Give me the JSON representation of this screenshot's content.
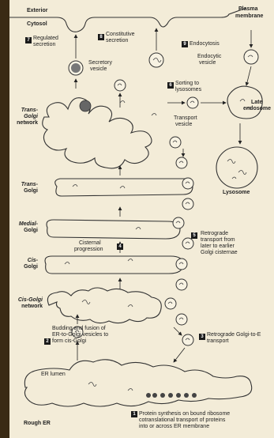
{
  "labels": {
    "exterior": "Exterior",
    "cytosol": "Cytosol",
    "plasma_membrane_1": "Plasma",
    "plasma_membrane_2": "membrane",
    "regulated_1": "Regulated",
    "regulated_2": "secretion",
    "constitutive_1": "Constitutive",
    "constitutive_2": "secretion",
    "endocytosis": "Endocytosis",
    "endocytic_1": "Endocytic",
    "endocytic_2": "vesicle",
    "secretory_1": "Secretory",
    "secretory_2": "vesicle",
    "sorting_1": "Sorting to",
    "sorting_2": "lysosomes",
    "transport_1": "Transport",
    "transport_2": "vesicle",
    "late_endo_1": "Late",
    "late_endo_2": "endosome",
    "tgn_1": "Trans-",
    "tgn_2": "Golgi",
    "tgn_3": "network",
    "trans_golgi_1": "Trans-",
    "trans_golgi_2": "Golgi",
    "medial_golgi_1": "Medial-",
    "medial_golgi_2": "Golgi",
    "cis_golgi_1": "Cis-",
    "cis_golgi_2": "Golgi",
    "cisternal_1": "Cisternal",
    "cisternal_2": "progression",
    "lysosome": "Lysosome",
    "retro_1": "Retrograde",
    "retro_2": "transport from",
    "retro_3": "later to earlier",
    "retro_4": "Golgi cisternae",
    "cgn_1": "Cis-Golgi",
    "cgn_2": "network",
    "budding_1": "Budding and fusion of",
    "budding_2": "ER-to-Golgi vesicles to",
    "budding_3": "form cis-Golgi",
    "retro_er_1": "Retrograde Golgi-to-E",
    "retro_er_2": "transport",
    "er_lumen": "ER lumen",
    "rough_er": "Rough ER",
    "synth_1": "Protein synthesis on bound ribosome",
    "synth_2": "cotranslational transport of proteins",
    "synth_3": "into or across ER membrane"
  },
  "steps": [
    "1",
    "2",
    "3",
    "4",
    "5",
    "6",
    "7",
    "8",
    "9"
  ]
}
